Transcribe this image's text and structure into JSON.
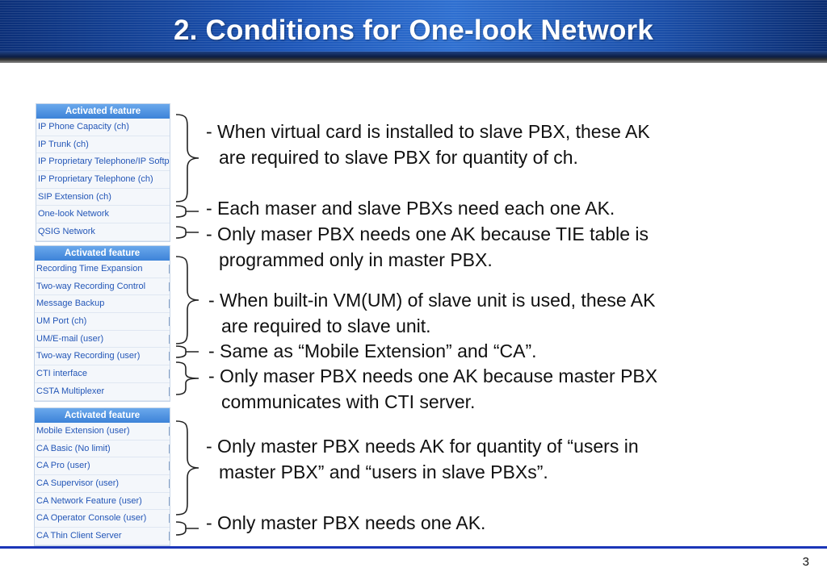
{
  "title": "2. Conditions for One-look Network",
  "page_number": "3",
  "panels": [
    {
      "header": "Activated feature",
      "rows": [
        "IP Phone Capacity (ch)",
        "IP Trunk (ch)",
        "IP Proprietary Telephone/IP Softphone (ch)",
        "IP Proprietary Telephone (ch)",
        "SIP Extension (ch)",
        "One-look Network",
        "QSIG Network"
      ]
    },
    {
      "header": "Activated feature",
      "rows": [
        "Recording Time Expansion",
        "Two-way Recording Control",
        "Message Backup",
        "UM Port (ch)",
        "UM/E-mail (user)",
        "Two-way Recording (user)",
        "CTI interface",
        "CSTA Multiplexer"
      ]
    },
    {
      "header": "Activated feature",
      "rows": [
        "Mobile Extension (user)",
        "CA Basic (No limit)",
        "CA Pro (user)",
        "CA Supervisor (user)",
        "CA Network Feature (user)",
        "CA Operator Console (user)",
        "CA Thin Client Server"
      ]
    }
  ],
  "notes": [
    [
      "- When virtual card is installed to slave PBX, these AK",
      "are required to slave PBX for quantity of ch."
    ],
    [
      "- Each maser and slave PBXs need each one AK."
    ],
    [
      "- Only maser PBX needs one AK because TIE table is",
      "programmed only in master PBX."
    ],
    [
      "- When built-in VM(UM) of slave unit is used, these AK",
      "are required to slave unit."
    ],
    [
      "- Same as “Mobile Extension” and “CA”."
    ],
    [
      "- Only maser PBX needs one AK because master PBX",
      "communicates with CTI server."
    ],
    [
      "- Only master PBX needs AK for quantity of “users in",
      "master PBX” and “users in slave PBXs”."
    ],
    [
      "- Only master PBX needs one AK."
    ]
  ]
}
